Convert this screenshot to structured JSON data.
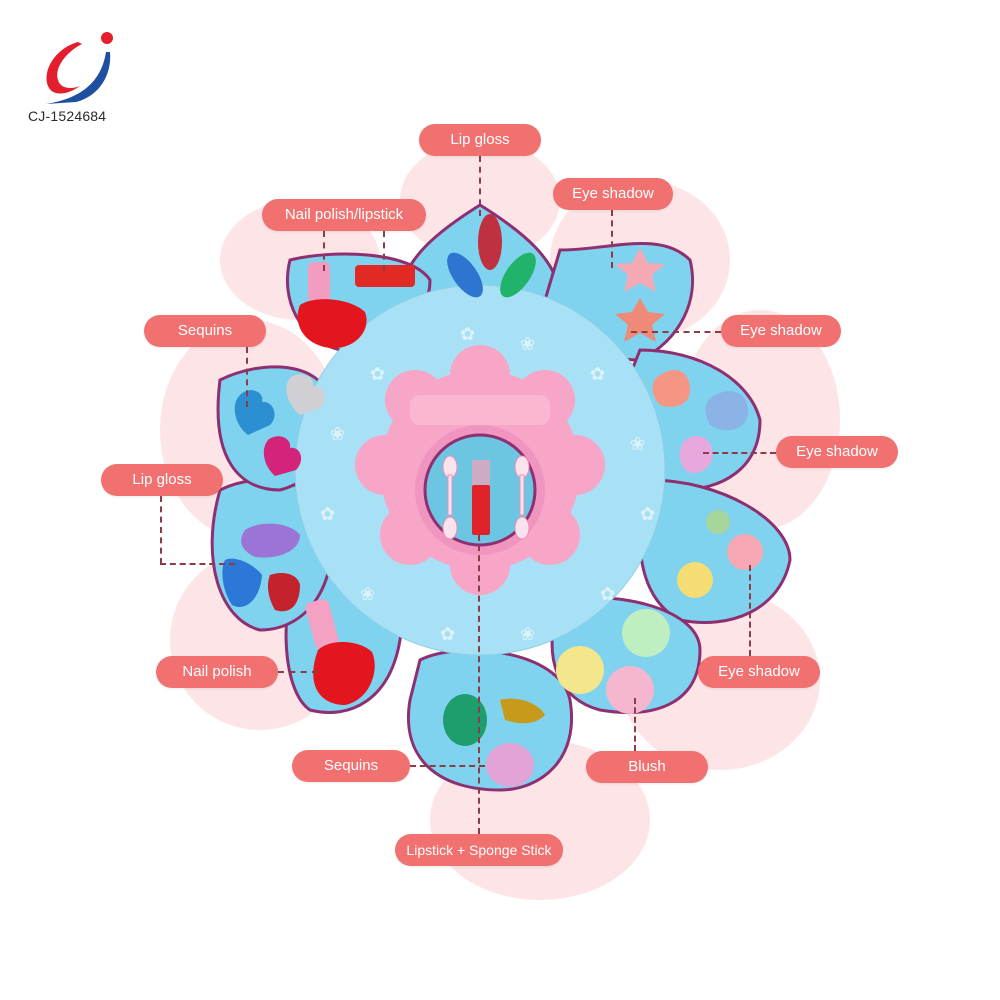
{
  "brand": {
    "logo_icon": "cj-logo-icon",
    "sku": "CJ-1524684",
    "colors": {
      "logo_red": "#e31e2d",
      "logo_blue": "#1f4fa0"
    }
  },
  "product": {
    "name": "Flower makeup palette toy",
    "colors": {
      "tray": "#7fd3ee",
      "tray_light": "#a8e1f5",
      "rim": "#e07fb8",
      "rim_dark": "#8e2f72",
      "center_pink": "#f7a6c8",
      "background_blush": "#fde4e6"
    }
  },
  "callouts": [
    {
      "id": "lip-gloss-top",
      "label": "Lip gloss"
    },
    {
      "id": "nail-polish-lipstick",
      "label": "Nail polish/lipstick"
    },
    {
      "id": "eye-shadow-1",
      "label": "Eye shadow"
    },
    {
      "id": "eye-shadow-2",
      "label": "Eye shadow"
    },
    {
      "id": "sequins-left",
      "label": "Sequins"
    },
    {
      "id": "eye-shadow-3",
      "label": "Eye shadow"
    },
    {
      "id": "lip-gloss-left",
      "label": "Lip gloss"
    },
    {
      "id": "eye-shadow-4",
      "label": "Eye shadow"
    },
    {
      "id": "nail-polish",
      "label": "Nail polish"
    },
    {
      "id": "sequins-bottom",
      "label": "Sequins"
    },
    {
      "id": "blush",
      "label": "Blush"
    },
    {
      "id": "lipstick-sponge",
      "label": "Lipstick + Sponge Stick"
    }
  ],
  "style": {
    "callout_bg": "#f17070",
    "callout_text": "#ffffff",
    "leader_line": "#8c3b47"
  }
}
